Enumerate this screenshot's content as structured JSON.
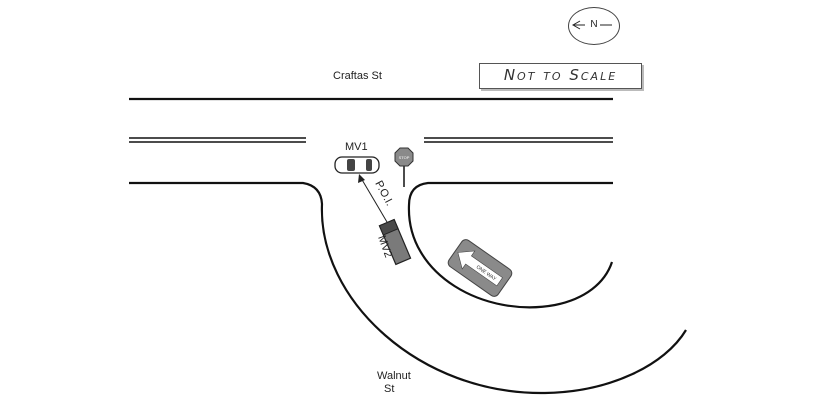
{
  "compass": {
    "letter": "N",
    "icon": "north-arrow-icon"
  },
  "scale_note": "Not to Scale",
  "streets": {
    "top": "Craftas St",
    "curve_line1": "Walnut",
    "curve_line2": "St"
  },
  "vehicles": {
    "mv1": "MV1",
    "mv2": "MV2"
  },
  "poi": "P.O.I.",
  "signs": {
    "stop": "STOP",
    "one_way": "ONE WAY"
  },
  "colors": {
    "road_line": "#111111",
    "sign_fill": "#8a8a8a",
    "truck_fill": "#7a7a7a"
  }
}
